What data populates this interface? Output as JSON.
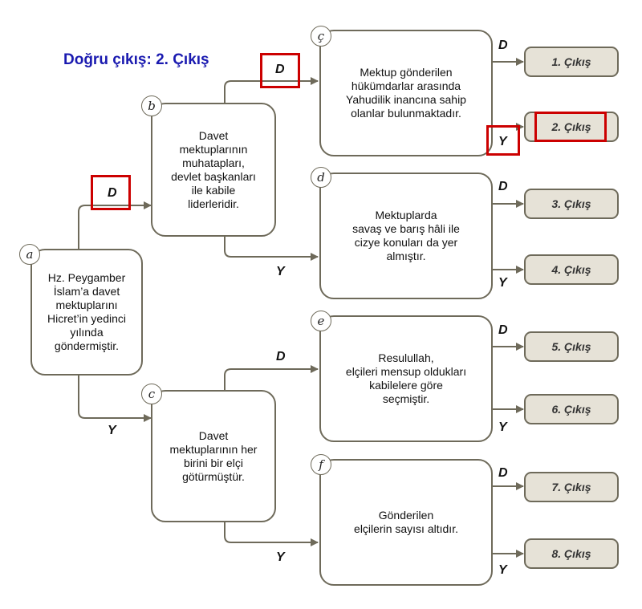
{
  "title": "Doğru çıkış: 2. Çıkış",
  "nodes": {
    "a": {
      "badge": "a",
      "text": "Hz. Peygamber\nİslam’a davet\nmektuplarını\nHicret’in yedinci\nyılında\ngöndermiştir."
    },
    "b": {
      "badge": "b",
      "text": "Davet\nmektuplarının\nmuhatapları,\ndevlet başkanları\nile kabile\nliderleridir."
    },
    "c": {
      "badge": "c",
      "text": "Davet\nmektuplarının her\nbirini bir elçi\ngötürmüştür."
    },
    "cc": {
      "badge": "ç",
      "text": "Mektup gönderilen\nhükümdarlar arasında\nYahudilik inancına sahip\nolanlar bulunmaktadır."
    },
    "d": {
      "badge": "d",
      "text": "Mektuplarda\nsavaş ve barış hâli ile\ncizye konuları da yer\nalmıştır."
    },
    "e": {
      "badge": "e",
      "text": "Resulullah,\nelçileri mensup oldukları\nkabilelere göre\nseçmiştir."
    },
    "f": {
      "badge": "f",
      "text": "Gönderilen\nelçilerin sayısı altıdır."
    }
  },
  "outputs": [
    "1. Çıkış",
    "2. Çıkış",
    "3. Çıkış",
    "4. Çıkış",
    "5. Çıkış",
    "6. Çıkış",
    "7. Çıkış",
    "8. Çıkış"
  ],
  "labels": {
    "yes": "D",
    "no": "Y"
  },
  "highlighted_path": [
    "a-D",
    "b-D",
    "ç-Y",
    "2. Çıkış"
  ],
  "colors": {
    "line": "#6e6a5a",
    "output_fill": "#e6e2d7",
    "highlight": "#cc0000",
    "title": "#1a1ab0"
  }
}
